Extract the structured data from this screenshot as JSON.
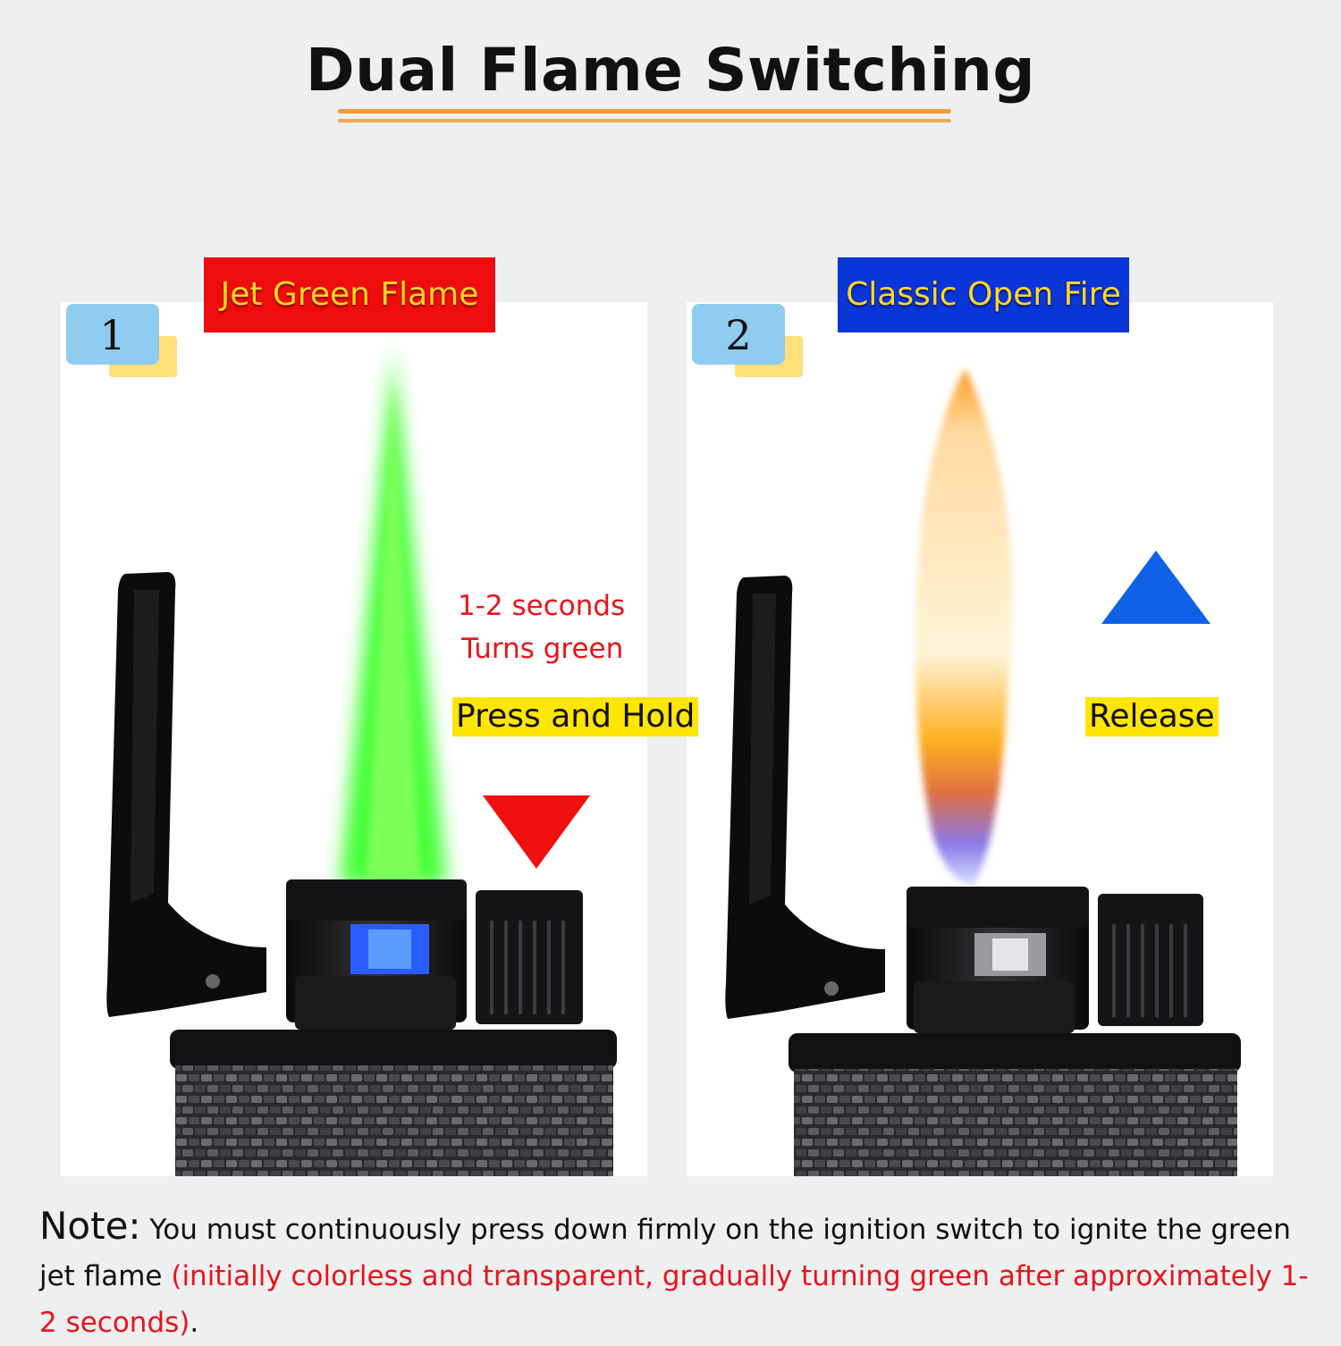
{
  "title": "Dual Flame Switching",
  "panels": [
    {
      "badge": "1",
      "label": "Jet Green Flame",
      "timing_line1": "1-2 seconds",
      "timing_line2": "Turns green",
      "action": "Press and Hold",
      "arrow": "down-red-arrow"
    },
    {
      "badge": "2",
      "label": "Classic Open Fire",
      "action": "Release",
      "arrow": "up-blue-arrow"
    }
  ],
  "note": {
    "heading": "Note:",
    "text_black": " You must continuously press down firmly on the ignition switch to ignite the green jet flame ",
    "text_red": "(initially colorless and transparent, gradually turning green after approximately 1-2 seconds)",
    "text_end": "."
  },
  "colors": {
    "label_green_bg": "#ee0d0d",
    "label_classic_bg": "#0a35d8",
    "label_text": "#ffd820",
    "highlight": "#ffe600",
    "accent_red": "#e8141a",
    "flame_green": "#33ff22",
    "arrow_red": "#f01010",
    "arrow_blue": "#1060e8"
  }
}
